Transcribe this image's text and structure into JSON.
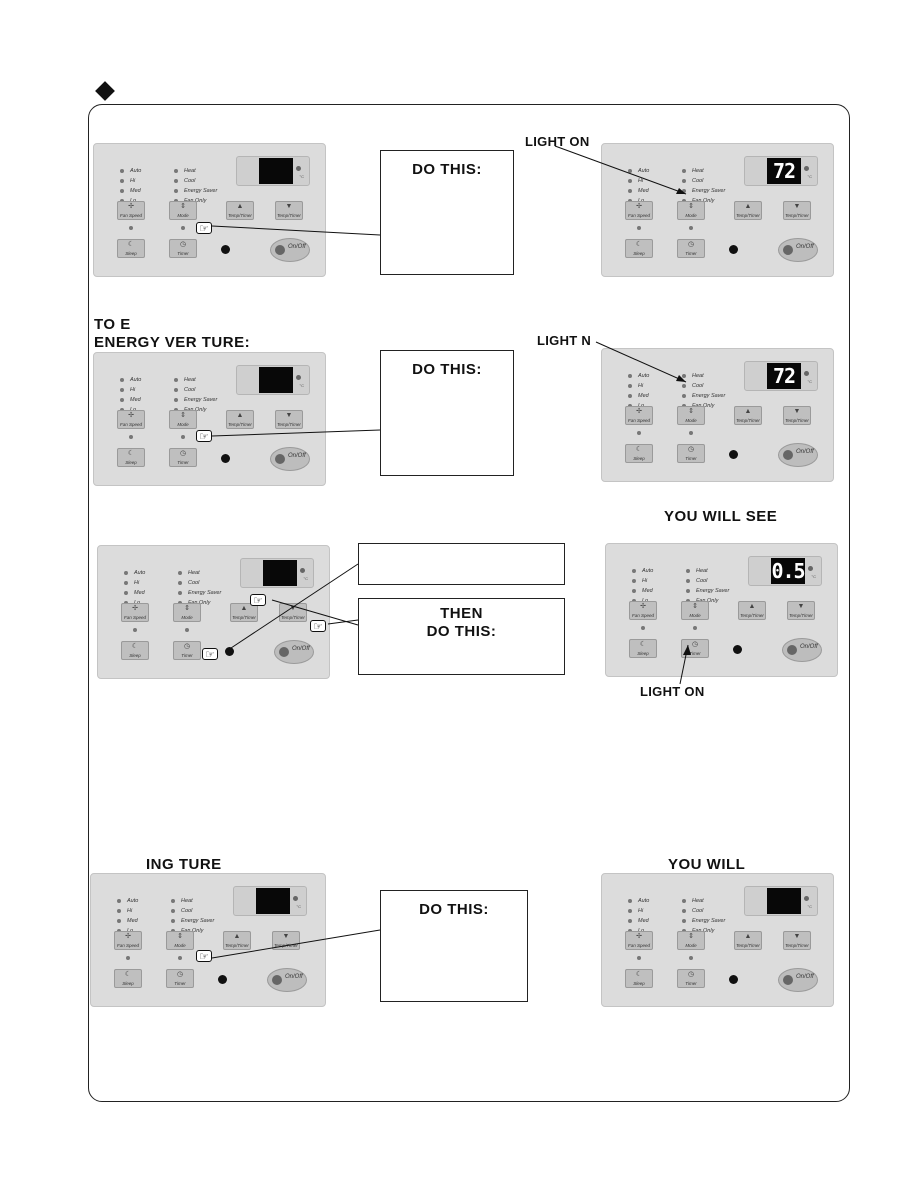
{
  "headings": {
    "h1": "LIGHT ON",
    "h2a": "TO      E",
    "h2b": "ENERGY      VER         TURE:",
    "h3": "LIGHT    N",
    "h4": "YOU WILL SEE",
    "h5": "LIGHT ON",
    "h6": "ING         TURE",
    "h7": "YOU WILL"
  },
  "boxes": {
    "b1": "DO THIS:",
    "b2": "DO THIS:",
    "b3a": "THEN",
    "b3b": "DO THIS:",
    "b4": "DO THIS:"
  },
  "panel": {
    "ind_left": [
      "Auto",
      "Hi",
      "Med",
      "Lo"
    ],
    "ind_right": [
      "Heat",
      "Cool",
      "Energy Saver",
      "Fan Only"
    ],
    "btn_fan": "Fan Speed",
    "btn_mode": "Mode",
    "btn_temp_up": "Temp/Timer",
    "btn_temp_down": "Temp/Timer",
    "btn_sleep": "Sleep",
    "btn_timer": "Timer",
    "btn_power": "On/Off",
    "celsius": "°C"
  },
  "displays": {
    "d2": "72",
    "d4": "72",
    "d6": "0.5"
  }
}
